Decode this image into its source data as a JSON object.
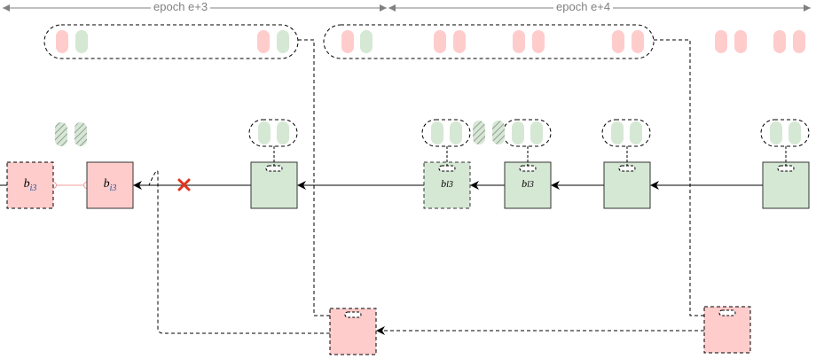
{
  "epochs": [
    {
      "label": "epoch e+3"
    },
    {
      "label": "epoch e+4"
    }
  ],
  "blocks": {
    "pink_label_base": "b",
    "pink_label_sub": "i3",
    "green_label_base": "b",
    "green_label_sub": "l3"
  },
  "colors": {
    "red_fill": "#ffcccc",
    "green_fill": "#d5e8d4",
    "border": "#333333",
    "epoch_line": "#808080",
    "x_mark": "#e0341c"
  },
  "icons": {
    "invalid_link": "x-mark-icon"
  }
}
